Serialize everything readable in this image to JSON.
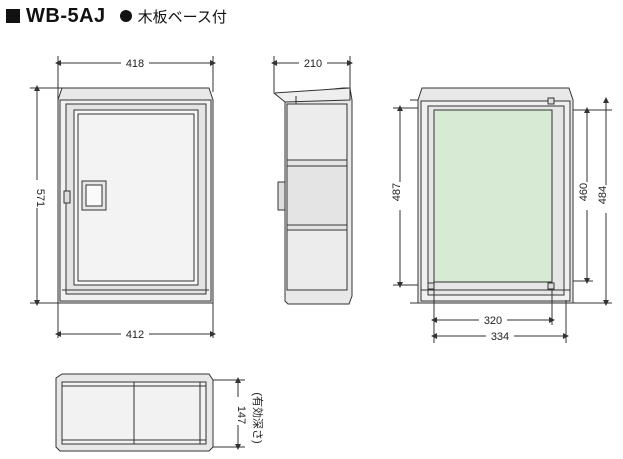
{
  "header": {
    "model": "WB-5AJ",
    "subtitle": "木板ベース付"
  },
  "dimensions": {
    "front_width_top": "418",
    "front_height": "571",
    "front_width_bottom": "412",
    "side_depth": "210",
    "inner_board_height": "487",
    "board_height": "460",
    "inner_height": "484",
    "board_width": "320",
    "inner_width": "334",
    "bottom_depth": "147",
    "bottom_depth_note": "(有効深さ)"
  },
  "colors": {
    "board_fill": "#d7ead3",
    "cabinet_fill": "#e8e8e8",
    "line": "#333333"
  }
}
